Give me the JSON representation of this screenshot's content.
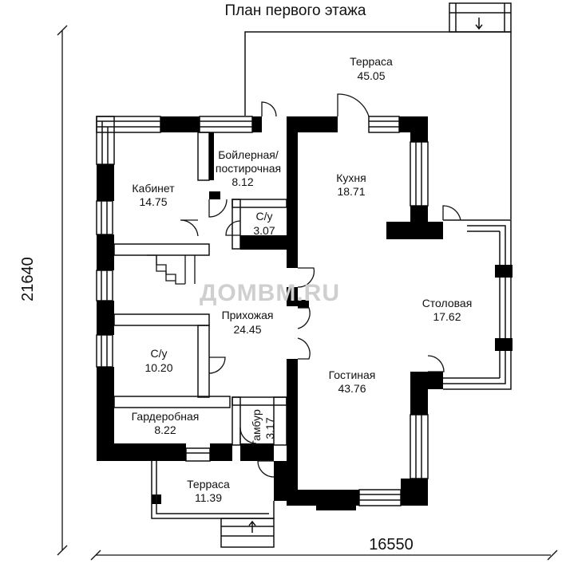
{
  "title": "План первого этажа",
  "dimensions": {
    "width": "16550",
    "height": "21640"
  },
  "watermark": "ДОМВМ.RU",
  "rooms": {
    "terrace_top": {
      "name": "Терраса",
      "area": "45.05"
    },
    "boiler": {
      "name_line1": "Бойлерная/",
      "name_line2": "постирочная",
      "area": "8.12"
    },
    "kitchen": {
      "name": "Кухня",
      "area": "18.71"
    },
    "office": {
      "name": "Кабинет",
      "area": "14.75"
    },
    "wc_small": {
      "name": "С/у",
      "area": "3.07"
    },
    "dining": {
      "name": "Столовая",
      "area": "17.62"
    },
    "hall": {
      "name": "Прихожая",
      "area": "24.45"
    },
    "wc_large": {
      "name": "С/у",
      "area": "10.20"
    },
    "living": {
      "name": "Гостиная",
      "area": "43.76"
    },
    "wardrobe": {
      "name": "Гардеробная",
      "area": "8.22"
    },
    "vestibule": {
      "name": "Тамбур",
      "area": "3.17"
    },
    "terrace_bottom": {
      "name": "Терраса",
      "area": "11.39"
    }
  },
  "colors": {
    "wall": "#000000",
    "line": "#111111",
    "background": "#ffffff",
    "watermark": "#cfcfcf"
  }
}
